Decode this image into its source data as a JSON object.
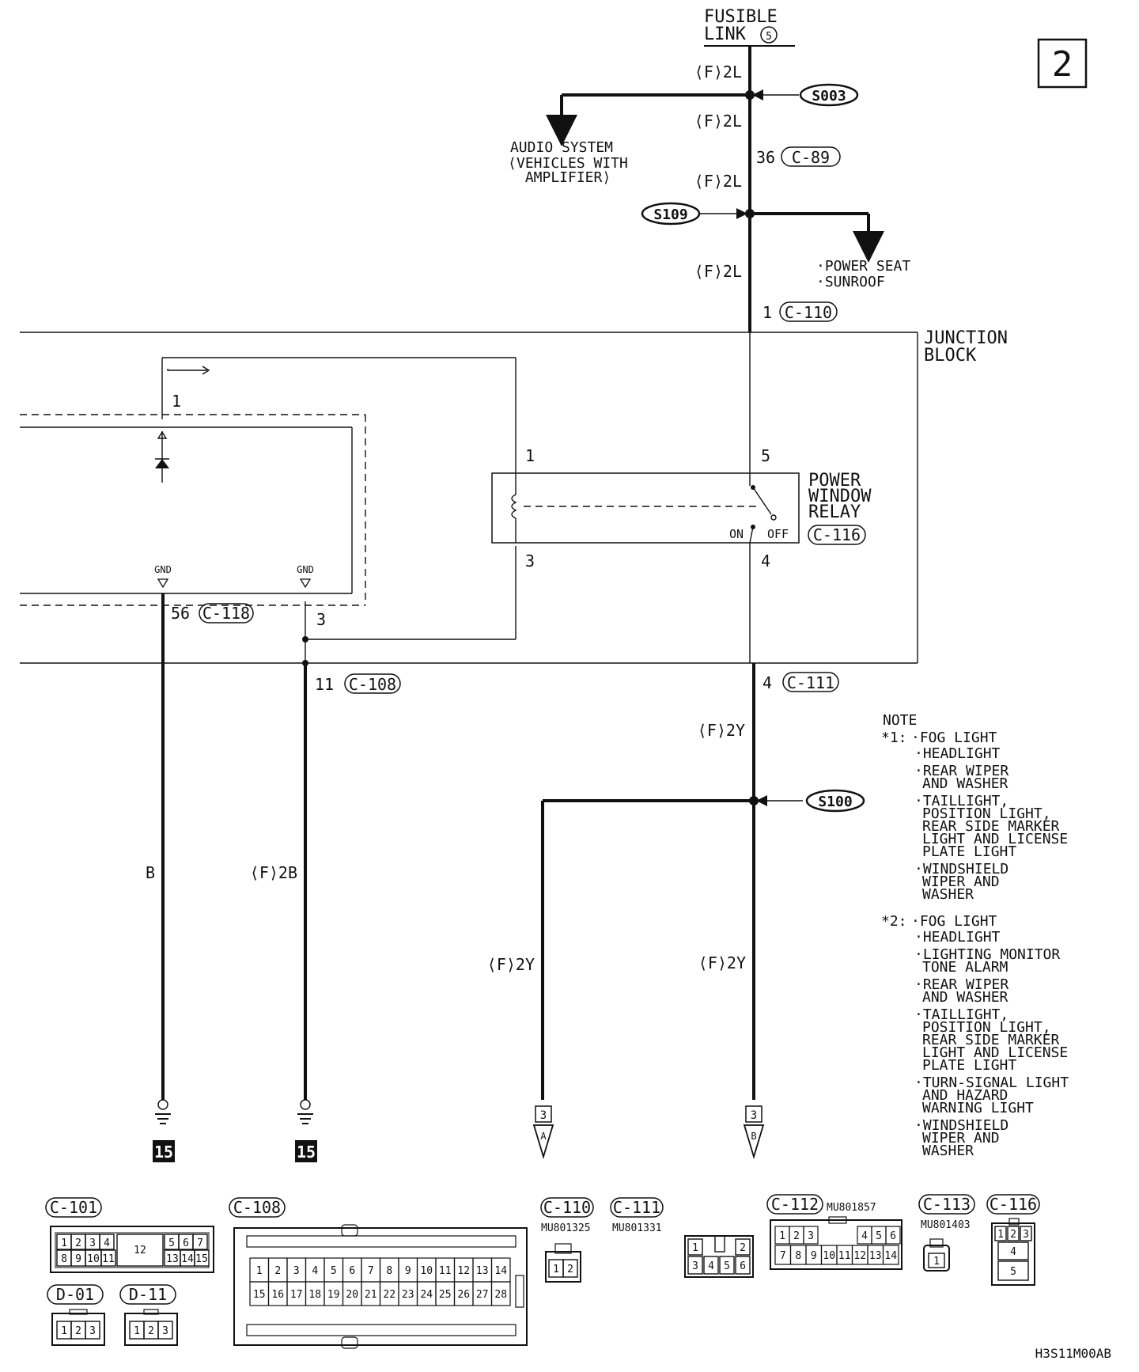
{
  "page_number": "2",
  "figure_code": "H3S11M00AB",
  "fusible_link": {
    "line1": "FUSIBLE",
    "line2": "LINK",
    "number": "5"
  },
  "wires": {
    "w_top": "⟨F⟩2L",
    "w_below_s003": "⟨F⟩2L",
    "w_below_c89": "⟨F⟩2L",
    "w_below_s109": "⟨F⟩2L",
    "w_c111": "⟨F⟩2Y",
    "w_left_ground": "B",
    "w_mid_ground": "⟨F⟩2B",
    "w_to_a": "⟨F⟩2Y",
    "w_to_b": "⟨F⟩2Y"
  },
  "splices": {
    "s003": "S003",
    "s109": "S109",
    "s100": "S100"
  },
  "audio": {
    "line1": "AUDIO SYSTEM",
    "line2": "⟨VEHICLES WITH",
    "line3": "AMPLIFIER⟩"
  },
  "power_seat": {
    "line1": "·POWER SEAT",
    "line2": "·SUNROOF"
  },
  "junction_block": {
    "line1": "JUNCTION",
    "line2": "BLOCK"
  },
  "relay": {
    "line1": "POWER",
    "line2": "WINDOW",
    "line3": "RELAY",
    "on": "ON",
    "off": "OFF",
    "connector": "C-116"
  },
  "connectors": {
    "c89": {
      "pin": "36",
      "id": "C-89"
    },
    "c110": {
      "pin": "1",
      "id": "C-110"
    },
    "c118": {
      "pin": "56",
      "id": "C-118"
    },
    "c108": {
      "pin": "11",
      "id": "C-108"
    },
    "c111": {
      "pin": "4",
      "id": "C-111"
    }
  },
  "pins": {
    "relay_1": "1",
    "relay_3": "3",
    "relay_5": "5",
    "relay_4": "4",
    "unit_1": "1",
    "unit_3": "3"
  },
  "gnd_labels": {
    "g1": "GND",
    "g2": "GND"
  },
  "grounds": {
    "g1": "15",
    "g2": "15"
  },
  "offpage": {
    "a_num": "3",
    "a_letter": "A",
    "b_num": "3",
    "b_letter": "B"
  },
  "note": {
    "title": "NOTE",
    "n1_mark": "*1:",
    "n1": [
      "·FOG LIGHT",
      "·HEADLIGHT",
      "·REAR WIPER",
      "AND WASHER",
      "·TAILLIGHT,",
      "POSITION LIGHT,",
      "REAR SIDE MARKER",
      "LIGHT AND LICENSE",
      "PLATE LIGHT",
      "·WINDSHIELD",
      "WIPER AND",
      "WASHER"
    ],
    "n2_mark": "*2:",
    "n2": [
      "·FOG LIGHT",
      "·HEADLIGHT",
      "·LIGHTING MONITOR",
      "TONE ALARM",
      "·REAR WIPER",
      "AND WASHER",
      "·TAILLIGHT,",
      "POSITION LIGHT,",
      "REAR SIDE MARKER",
      "LIGHT AND LICENSE",
      "PLATE LIGHT",
      "·TURN-SIGNAL LIGHT",
      "AND HAZARD",
      "WARNING LIGHT",
      "·WINDSHIELD",
      "WIPER AND",
      "WASHER"
    ]
  },
  "connector_views": {
    "c101": {
      "id": "C-101",
      "top": [
        "1",
        "2",
        "3",
        "4",
        "12",
        "5",
        "6",
        "7"
      ],
      "bottom": [
        "8",
        "9",
        "10",
        "11",
        "13",
        "14",
        "15"
      ]
    },
    "d01": {
      "id": "D-01",
      "pins": [
        "1",
        "2",
        "3"
      ]
    },
    "d11": {
      "id": "D-11",
      "pins": [
        "1",
        "2",
        "3"
      ]
    },
    "c108": {
      "id": "C-108",
      "top": [
        "1",
        "2",
        "3",
        "4",
        "5",
        "6",
        "7",
        "8",
        "9",
        "10",
        "11",
        "12",
        "13",
        "14"
      ],
      "bottom": [
        "15",
        "16",
        "17",
        "18",
        "19",
        "20",
        "21",
        "22",
        "23",
        "24",
        "25",
        "26",
        "27",
        "28"
      ]
    },
    "c110": {
      "id": "C-110",
      "part": "MU801325",
      "pins": [
        "1",
        "2"
      ]
    },
    "c111": {
      "id": "C-111",
      "part": "MU801331",
      "pins": [
        "1",
        "2",
        "3",
        "4",
        "5",
        "6"
      ]
    },
    "c112": {
      "id": "C-112",
      "part": "MU801857",
      "top": [
        "1",
        "2",
        "3",
        "4",
        "5",
        "6"
      ],
      "bottom": [
        "7",
        "8",
        "9",
        "10",
        "11",
        "12",
        "13",
        "14"
      ]
    },
    "c113": {
      "id": "C-113",
      "part": "MU801403",
      "pins": [
        "1"
      ]
    },
    "c116": {
      "id": "C-116",
      "pins": [
        "1",
        "2",
        "3",
        "4",
        "5"
      ]
    }
  }
}
